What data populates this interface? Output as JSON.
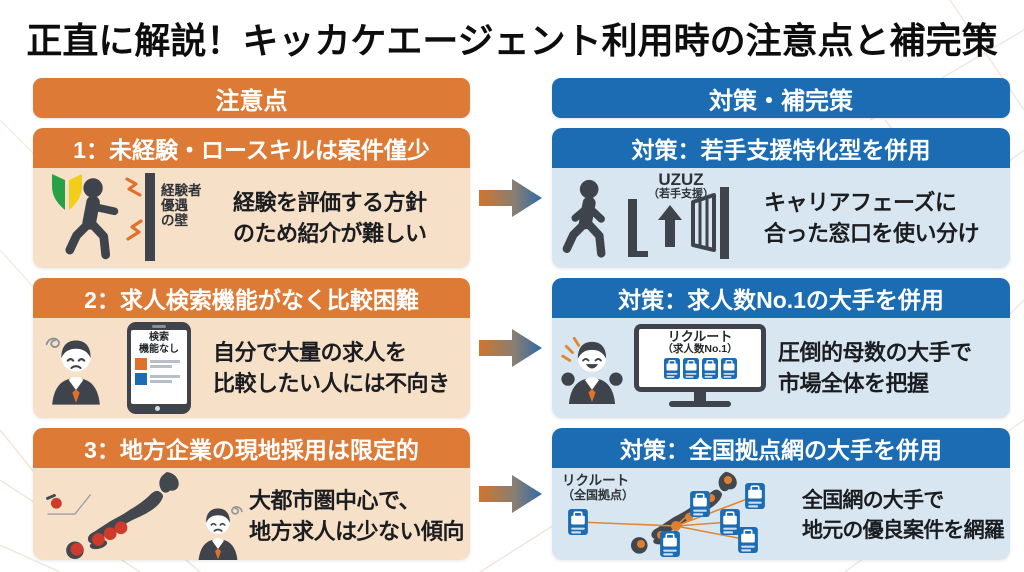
{
  "title": "正直に解説！キッカケエージェント利用時の注意点と補完策",
  "columns": {
    "cautions_header": "注意点",
    "solutions_header": "対策・補完策"
  },
  "colors": {
    "orange": "#DD7B36",
    "orange_light": "#F7E0C8",
    "blue": "#1B6CB3",
    "blue_light": "#D8E6F1",
    "icon_gray": "#3F444C",
    "accent_orange": "#E0712C",
    "accent_red": "#CE3A2B"
  },
  "icons": {
    "row1_caution": "beginner-mark-person-hits-wall",
    "row1_solution": "person-entering-open-gate",
    "row2_caution": "sad-person-with-phone-no-search",
    "row2_solution": "happy-person-with-monitor-job-list",
    "row3_caution": "japan-map-red-city-dots-worried-person",
    "row3_solution": "japan-map-branch-network-job-cards"
  },
  "rows": [
    {
      "caution": {
        "header": "1：未経験・ロースキルは案件僅少",
        "wall_l1": "経験者",
        "wall_l2": "優遇",
        "wall_l3": "の壁",
        "line1": "経験を評価する方針",
        "line2": "のため紹介が難しい"
      },
      "solution": {
        "header": "対策：若手支援特化型を併用",
        "brand": "UZUZ",
        "brand_sub": "（若手支援）",
        "line1": "キャリアフェーズに",
        "line2": "合った窓口を使い分け"
      }
    },
    {
      "caution": {
        "header": "2：求人検索機能がなく比較困難",
        "phone_l1": "検索",
        "phone_l2": "機能なし",
        "line1": "自分で大量の求人を",
        "line2": "比較したい人には不向き"
      },
      "solution": {
        "header": "対策：求人数No.1の大手を併用",
        "brand": "リクルート",
        "brand_sub": "（求人数No.1）",
        "line1": "圧倒的母数の大手で",
        "line2": "市場全体を把握"
      }
    },
    {
      "caution": {
        "header": "3：地方企業の現地採用は限定的",
        "line1": "大都市圏中心で、",
        "line2": "地方求人は少ない傾向"
      },
      "solution": {
        "header": "対策：全国拠点網の大手を併用",
        "brand": "リクルート",
        "brand_sub": "（全国拠点）",
        "line1": "全国網の大手で",
        "line2": "地元の優良案件を網羅"
      }
    }
  ]
}
